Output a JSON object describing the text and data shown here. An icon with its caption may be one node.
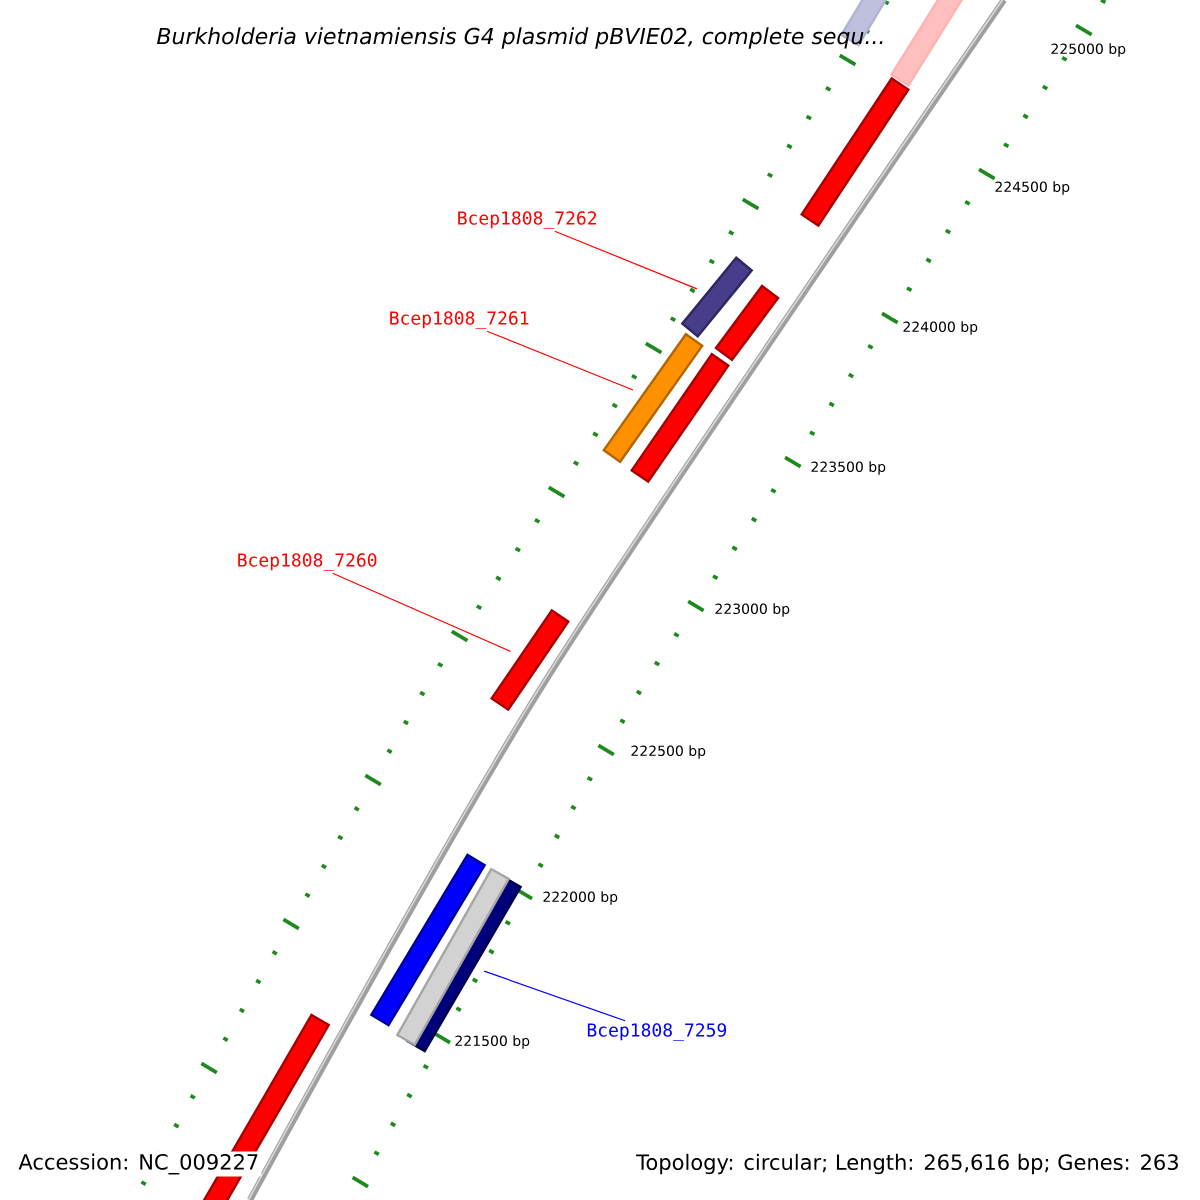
{
  "diagram": {
    "title": "Burkholderia vietnamiensis G4 plasmid pBVIE02, complete sequ...",
    "nodes": [
      {
        "text": [
          "Bcep1808_7262"
        ]
      },
      {
        "text": [],
        "shape": "bar"
      },
      {
        "text": [
          "Bcep1808_7261"
        ]
      },
      {
        "text": [],
        "shape": "bar"
      },
      {
        "text": [
          "Bcep1808_7260"
        ]
      },
      {
        "text": [],
        "shape": "bar"
      },
      {
        "text": [],
        "shape": "bar"
      },
      {
        "text": [
          "Bcep1808_7259"
        ]
      },
      {
        "text": [],
        "shape": "bar"
      },
      {
        "text": [],
        "shape": "bar"
      },
      {
        "text": [],
        "shape": "bar"
      },
      {
        "text": [],
        "shape": "bar"
      },
      {
        "text": [],
        "shape": "bar"
      },
      {
        "text": [],
        "shape": "bar"
      },
      {
        "text": [],
        "shape": "bar"
      },
      {
        "text": [],
        "shape": "bar"
      }
    ],
    "edges": [
      {
        "from": 0,
        "to": 1,
        "arrow": "none"
      },
      {
        "from": 2,
        "to": 3,
        "arrow": "none"
      },
      {
        "from": 4,
        "to": 5,
        "arrow": "none"
      },
      {
        "from": 7,
        "to": 6,
        "arrow": "none",
        "color": "#0000ff"
      }
    ],
    "labels": [
      "225000 bp",
      "224500 bp",
      "224000 bp",
      "223500 bp",
      "223000 bp",
      "222500 bp",
      "222000 bp",
      "221500 bp",
      "Accession: NC_009227",
      "Topology: circular; Length: 265,616 bp; Genes: 263"
    ]
  }
}
